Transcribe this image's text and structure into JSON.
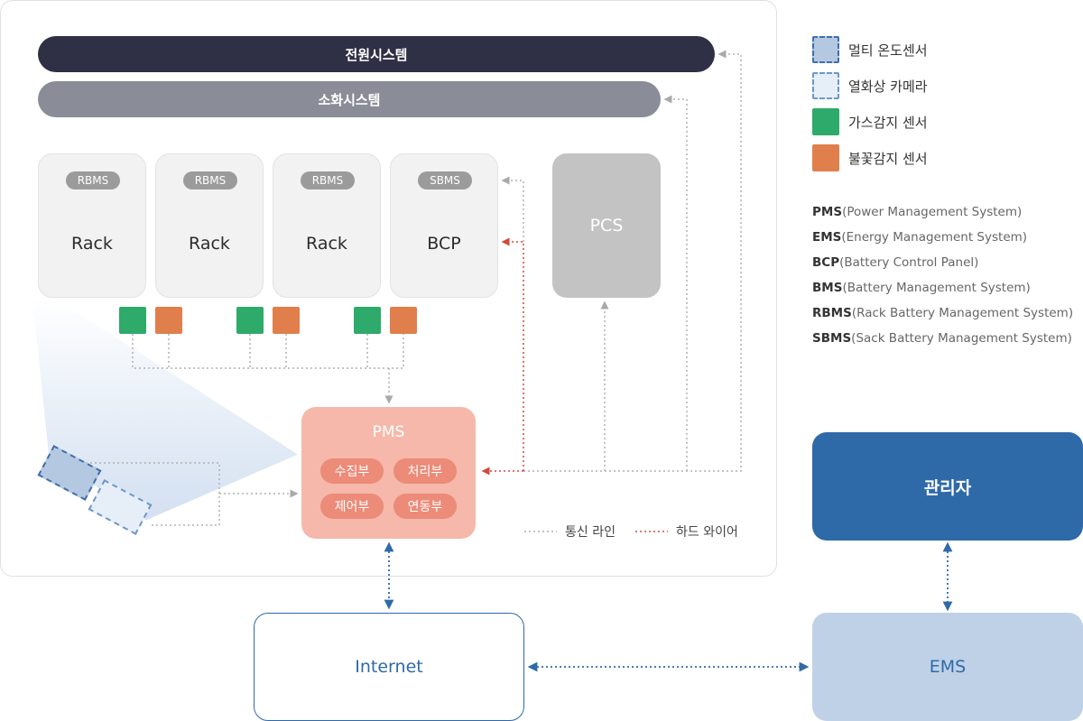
{
  "power_system": "전원시스템",
  "fire_system": "소화시스템",
  "racks": [
    {
      "badge": "RBMS",
      "label": "Rack"
    },
    {
      "badge": "RBMS",
      "label": "Rack"
    },
    {
      "badge": "RBMS",
      "label": "Rack"
    },
    {
      "badge": "SBMS",
      "label": "BCP"
    }
  ],
  "pcs": "PCS",
  "pms": {
    "title": "PMS",
    "units": [
      "수집부",
      "처리부",
      "제어부",
      "연동부"
    ]
  },
  "wire_legend": {
    "comm": "통신 라인",
    "hard": "하드 와이어"
  },
  "internet": "Internet",
  "admin": "관리자",
  "ems": "EMS",
  "legend": [
    {
      "label": "멀티 온도센서",
      "icon": "multi-temp-sensor-icon"
    },
    {
      "label": "열화상 카메라",
      "icon": "thermal-camera-icon"
    },
    {
      "label": "가스감지 센서",
      "icon": "gas-sensor-icon"
    },
    {
      "label": "불꽃감지 센서",
      "icon": "flame-sensor-icon"
    }
  ],
  "abbreviations": [
    {
      "abbr": "PMS",
      "full": "(Power Management System)"
    },
    {
      "abbr": "EMS",
      "full": "(Energy Management System)"
    },
    {
      "abbr": "BCP",
      "full": "(Battery Control Panel)"
    },
    {
      "abbr": "BMS",
      "full": "(Battery Management System)"
    },
    {
      "abbr": "RBMS",
      "full": "(Rack Battery Management System)"
    },
    {
      "abbr": "SBMS",
      "full": "(Sack Battery Management System)"
    }
  ],
  "colors": {
    "power_bar": "#2f2f45",
    "fire_bar": "#8a8c97",
    "gas_sensor": "#2eaa6a",
    "flame_sensor": "#e07f4c",
    "pms": "#f6b8aa",
    "admin": "#2e69a8",
    "ems": "#bfd1e6",
    "hard_wire": "#d24a3a",
    "network_link": "#2f6aa9"
  }
}
